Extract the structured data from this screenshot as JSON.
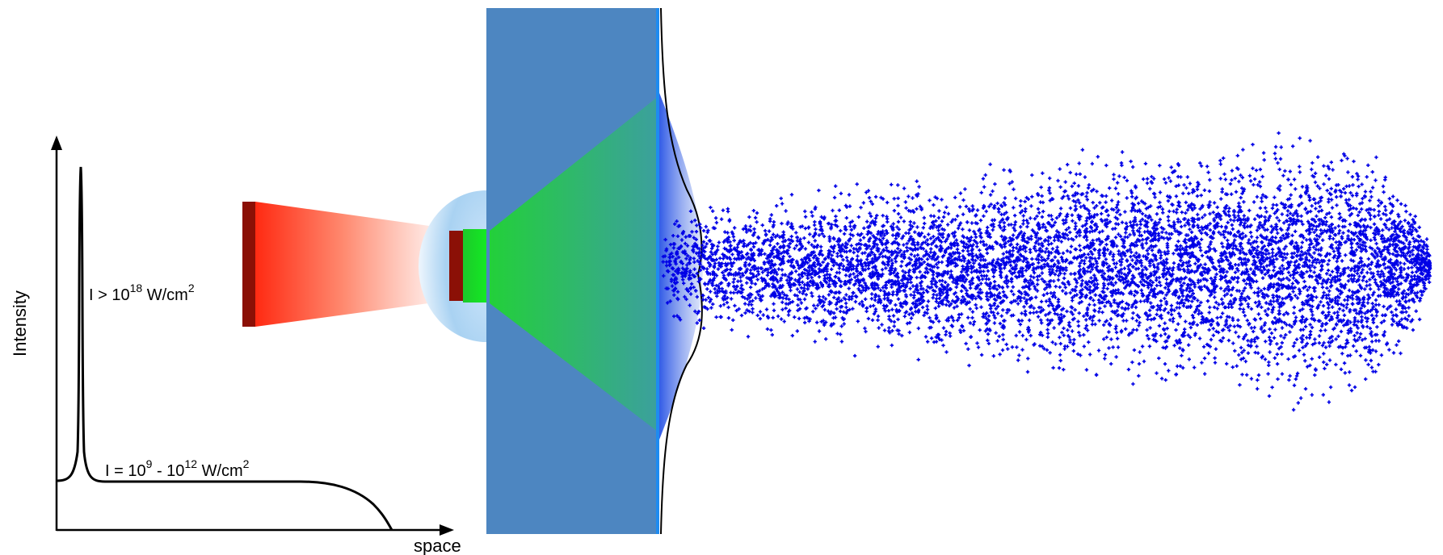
{
  "plot": {
    "y_axis_label": "Intensity",
    "x_axis_label": "space",
    "peak_label": {
      "base": "I > 10",
      "exp": "18",
      "unit": " W/cm",
      "unit_exp": "2"
    },
    "pedestal_label": {
      "base": "I = 10",
      "exp1": "9",
      "mid": " - 10",
      "exp2": "12",
      "unit": " W/cm",
      "unit_exp": "2"
    }
  },
  "colors": {
    "laser_dark": "#8b1006",
    "laser_red": "#ff2a12",
    "target_foil": "#4d86c1",
    "preplasma": "#a9d2f2",
    "green_cone": "#22c93a",
    "particle_blue": "#0000e6",
    "rear_edge": "#1e8bf0"
  },
  "icons": [
    "particle-cloud",
    "laser-beam",
    "foil-target"
  ]
}
